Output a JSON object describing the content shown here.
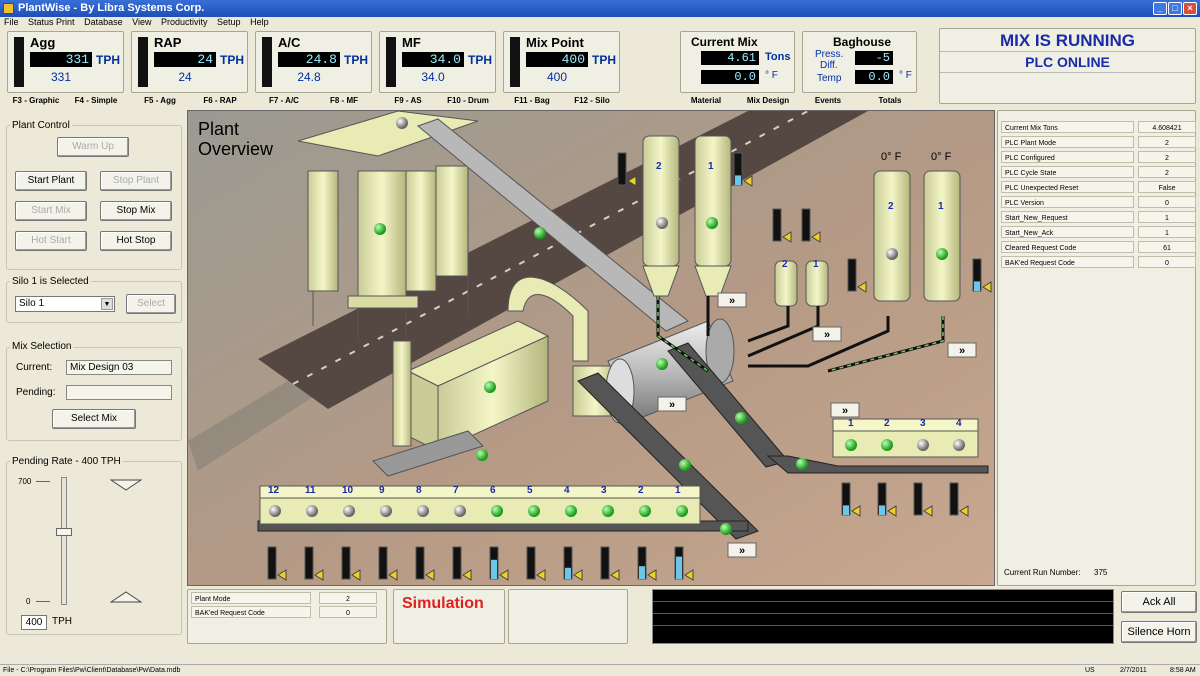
{
  "window": {
    "title": "PlantWise - By Libra Systems Corp."
  },
  "menu": [
    "File",
    "Status Print",
    "Database",
    "View",
    "Productivity",
    "Setup",
    "Help"
  ],
  "meters": [
    {
      "label": "Agg",
      "value": "331",
      "unit": "TPH",
      "setpoint": "331",
      "fill": 0.0
    },
    {
      "label": "RAP",
      "value": "24",
      "unit": "TPH",
      "setpoint": "24",
      "fill": 0.0
    },
    {
      "label": "A/C",
      "value": "24.8",
      "unit": "TPH",
      "setpoint": "24.8",
      "fill": 0.0
    },
    {
      "label": "MF",
      "value": "34.0",
      "unit": "TPH",
      "setpoint": "34.0",
      "fill": 0.0
    },
    {
      "label": "Mix Point",
      "value": "400",
      "unit": "TPH",
      "setpoint": "400",
      "fill": 0.0
    }
  ],
  "fkeys": [
    "F3 - Graphic",
    "F4 - Simple",
    "F5 - Agg",
    "F6 - RAP",
    "F7 - A/C",
    "F8 - MF",
    "F9 - AS",
    "F10 - Drum",
    "F11 - Bag",
    "F12 - Silo"
  ],
  "current_mix": {
    "title": "Current Mix",
    "tons": "4.61",
    "tons_unit": "Tons",
    "temp": "0.0",
    "temp_unit": "° F",
    "btn1": "Material",
    "btn2": "Mix Design"
  },
  "baghouse": {
    "title": "Baghouse",
    "press_label1": "Press.",
    "press_label2": "Diff.",
    "press": "-5",
    "temp_label": "Temp",
    "temp": "0.0",
    "temp_unit": "° F",
    "btn1": "Events",
    "btn2": "Totals"
  },
  "status": {
    "line1": "MIX IS RUNNING",
    "line2": "PLC ONLINE"
  },
  "plant_control": {
    "title": "Plant Control",
    "warm_up": "Warm Up",
    "start_plant": "Start Plant",
    "stop_plant": "Stop Plant",
    "start_mix": "Start Mix",
    "stop_mix": "Stop Mix",
    "hot_start": "Hot Start",
    "hot_stop": "Hot Stop"
  },
  "silo": {
    "title": "Silo 1 is Selected",
    "selected": "Silo 1",
    "select_btn": "Select"
  },
  "mix_selection": {
    "title": "Mix Selection",
    "current_label": "Current:",
    "current": "Mix Design 03",
    "pending_label": "Pending:",
    "pending": "",
    "select_btn": "Select Mix"
  },
  "pending_rate": {
    "title": "Pending Rate - 400 TPH",
    "max": "700",
    "min": "0",
    "value": "400",
    "unit": "TPH",
    "level": 0.571
  },
  "plant": {
    "title1": "Plant",
    "title2": "Overview",
    "temp1": "0° F",
    "temp2": "0° F",
    "cold_bins": [
      "12",
      "11",
      "10",
      "9",
      "8",
      "7",
      "6",
      "5",
      "4",
      "3",
      "2",
      "1"
    ],
    "rap_bins": [
      "1",
      "2",
      "3",
      "4"
    ],
    "silos_left": [
      "2",
      "1"
    ],
    "silos_right": [
      "2",
      "1"
    ],
    "ac_tanks": [
      "2",
      "1"
    ],
    "fwd": "»"
  },
  "plc_table": [
    {
      "k": "Current Mix Tons",
      "v": "4.608421"
    },
    {
      "k": "PLC Plant Mode",
      "v": "2"
    },
    {
      "k": "PLC Configured",
      "v": "2"
    },
    {
      "k": "PLC Cycle State",
      "v": "2"
    },
    {
      "k": "PLC Unexpected Reset",
      "v": "False"
    },
    {
      "k": "PLC Version",
      "v": "0"
    },
    {
      "k": "Start_New_Request",
      "v": "1"
    },
    {
      "k": "Start_New_Ack",
      "v": "1"
    },
    {
      "k": "Cleared Request Code",
      "v": "61"
    },
    {
      "k": "BAK'ed Request Code",
      "v": "0"
    }
  ],
  "run_number": {
    "label": "Current Run Number:",
    "value": "375"
  },
  "bottom": {
    "plant_mode_label": "Plant Mode",
    "plant_mode": "2",
    "bak_label": "BAK'ed Request Code",
    "bak": "0",
    "simulation": "Simulation",
    "ack_all": "Ack All",
    "silence_horn": "Silence Horn"
  },
  "statusbar": {
    "path": "File - C:\\Program Files\\Pw\\Client\\Database\\Pw\\Data.mdb",
    "lang": "US",
    "date": "2/7/2011",
    "time": "8:58 AM"
  }
}
